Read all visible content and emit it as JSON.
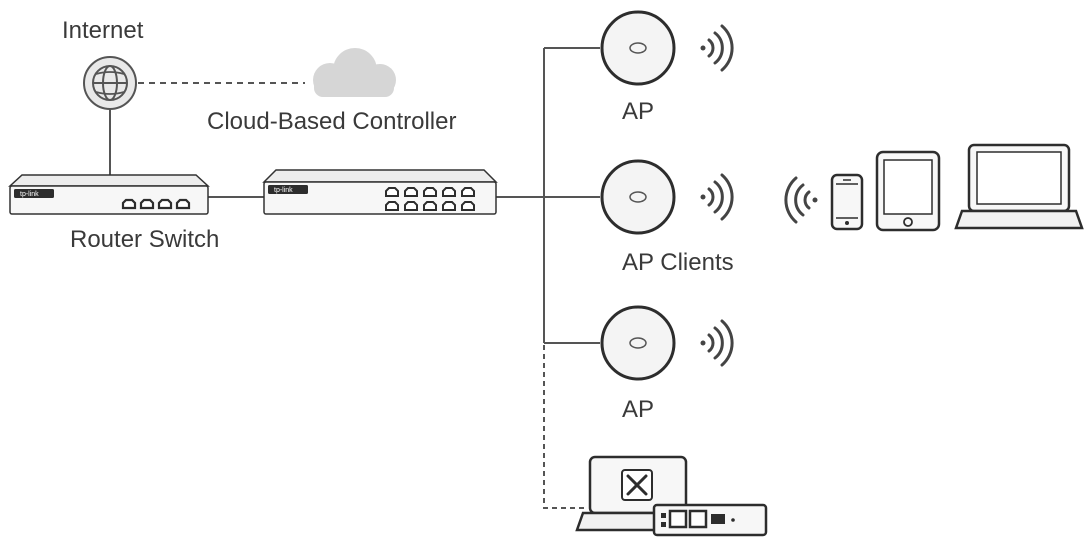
{
  "labels": {
    "internet": "Internet",
    "cloud_controller": "Cloud-Based Controller",
    "router_switch": "Router Switch",
    "ap_top": "AP",
    "ap_middle": "AP Clients",
    "ap_bottom": "AP"
  },
  "device_brand": "tp-link",
  "icons": [
    "globe-icon",
    "cloud-icon",
    "router-icon",
    "switch-icon",
    "access-point-icon",
    "wifi-signal-icon",
    "smartphone-icon",
    "tablet-icon",
    "laptop-icon",
    "management-laptop-icon",
    "controller-hardware-icon"
  ],
  "colors": {
    "line": "#555555",
    "device_dark": "#2d2d2d",
    "device_light": "#f4f4f4",
    "cloud": "#d6d6d6",
    "text": "#3a3a3a"
  }
}
